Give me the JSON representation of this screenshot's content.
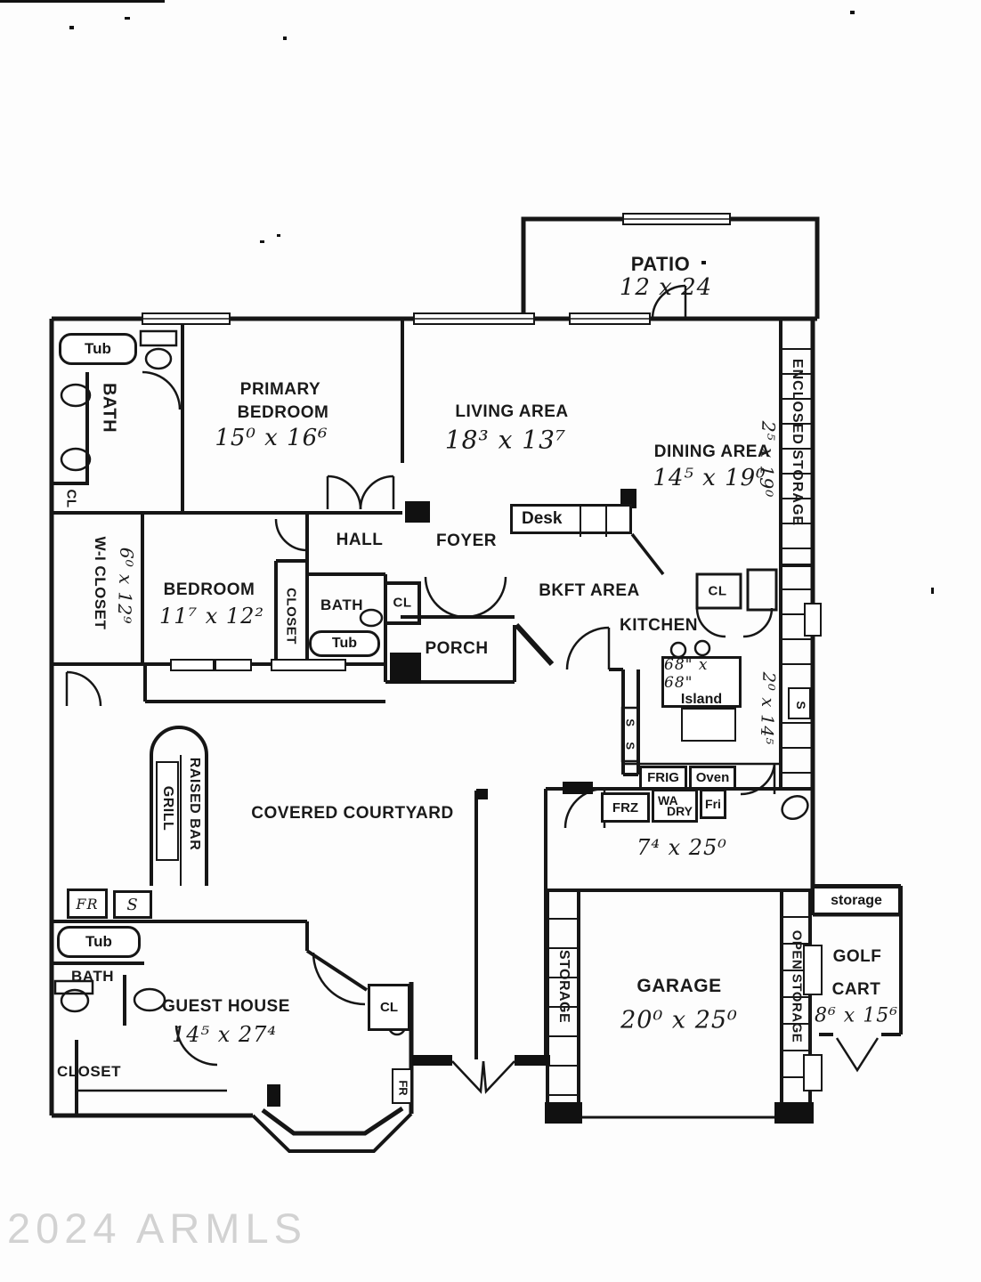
{
  "watermark": "2024 ARMLS",
  "labels": {
    "patio": "PATIO",
    "patio_dims": "12 x 24",
    "primary_bedroom_1": "PRIMARY",
    "primary_bedroom_2": "BEDROOM",
    "primary_bedroom_dims": "15⁰ x 16⁶",
    "living_area": "LIVING AREA",
    "living_area_dims": "18³ x 13⁷",
    "dining_area": "DINING AREA",
    "dining_area_dims": "14⁵ x 19⁰",
    "enclosed_storage": "ENCLOSED STORAGE",
    "enclosed_storage_dims": "2⁵ x 19⁰",
    "bath_primary": "BATH",
    "tub_primary": "Tub",
    "cl_primary": "CL",
    "wi_closet": "W-I CLOSET",
    "wi_closet_dims": "6⁰ x 12⁹",
    "bedroom": "BEDROOM",
    "bedroom_dims": "11⁷ x 12²",
    "closet_bedroom": "CLOSET",
    "hall": "HALL",
    "foyer": "FOYER",
    "desk": "Desk",
    "bath_hall": "BATH",
    "cl_hall": "CL",
    "tub_hall": "Tub",
    "porch": "PORCH",
    "bkft_area": "BKFT AREA",
    "kitchen": "KITCHEN",
    "cl_kitchen": "CL",
    "island_dims": "68\" x 68\"",
    "island": "Island",
    "sink_s1": "S",
    "sink_s2": "S",
    "side_storage_s": "S",
    "side_storage_dims": "2⁰ x 14⁵",
    "frig": "FRIG",
    "oven": "Oven",
    "frz": "FRZ",
    "washer": "WA",
    "dryer": "DRY",
    "fri": "Fri",
    "laundry_dims": "7⁴ x 25⁰",
    "courtyard": "COVERED COURTYARD",
    "grill": "GRILL",
    "raised_bar": "RAISED BAR",
    "fr_courtyard": "FR",
    "s_courtyard": "S",
    "tub_guest": "Tub",
    "bath_guest": "BATH",
    "guest_house": "GUEST HOUSE",
    "guest_house_dims": "14⁵ x 27⁴",
    "closet_guest": "CLOSET",
    "cl_guest": "CL",
    "fr_guest": "FR",
    "storage_garage": "STORAGE",
    "garage": "GARAGE",
    "garage_dims": "20⁰ x 25⁰",
    "open_storage": "OPEN STORAGE",
    "golf_storage": "storage",
    "golf_cart_1": "GOLF",
    "golf_cart_2": "CART",
    "golf_cart_dims": "8⁶ x 15⁶"
  }
}
